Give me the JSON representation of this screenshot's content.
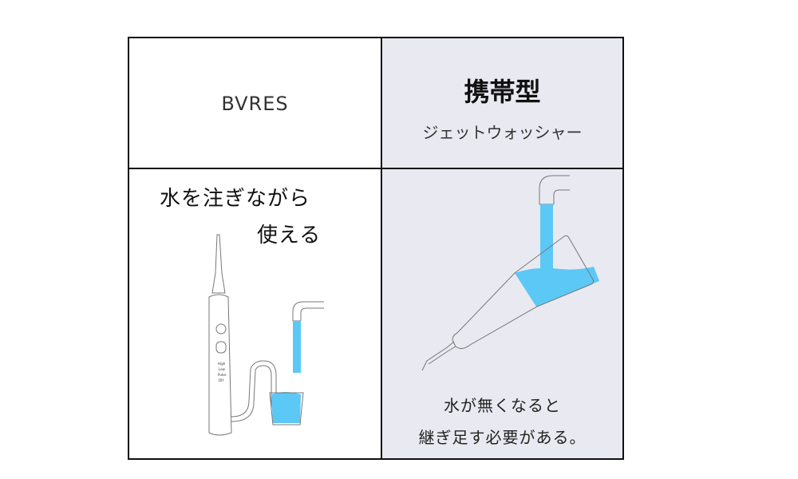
{
  "header": {
    "left_brand": "BVRES",
    "right_title": "携帯型",
    "right_subtitle": "ジェットウォッシャー"
  },
  "left_panel": {
    "caption_line1": "水を注ぎながら",
    "caption_line2": "使える",
    "device_buttons": [
      "High",
      "Low",
      "Pulse",
      "DIY"
    ]
  },
  "right_panel": {
    "caption_line1": "水が無くなると",
    "caption_line2": "継ぎ足す必要がある。"
  },
  "colors": {
    "water": "#5bc8f5",
    "panel_bg": "#e9e9f1",
    "border": "#111111"
  }
}
